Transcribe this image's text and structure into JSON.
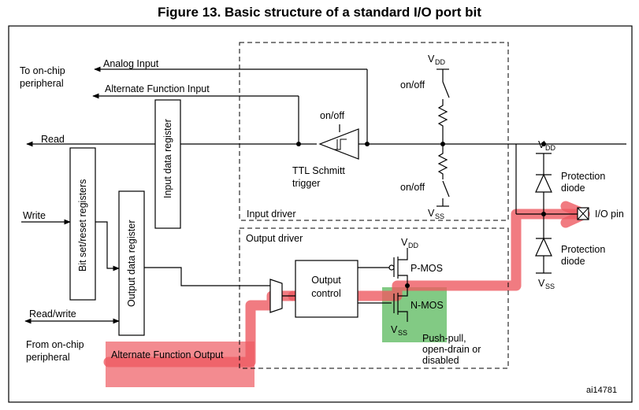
{
  "title": "Figure 13. Basic structure of a standard I/O port bit",
  "labels": {
    "to_onchip": [
      "To on-chip",
      "peripheral"
    ],
    "analog_input": "Analog Input",
    "alt_func_input": "Alternate Function Input",
    "read": "Read",
    "write": "Write",
    "read_write": "Read/write",
    "from_onchip": [
      "From on-chip",
      "peripheral"
    ],
    "alt_func_output": "Alternate Function Output",
    "bit_set_reset": "Bit set/reset registers",
    "input_data_reg": "Input data register",
    "output_data_reg": "Output data register",
    "onoff": "on/off",
    "ttl_schmitt": [
      "TTL Schmitt",
      "trigger"
    ],
    "vdd": "DD",
    "vss": "SS",
    "v": "V",
    "input_driver": "Input driver",
    "output_driver": "Output driver",
    "output_control": [
      "Output",
      "control"
    ],
    "pmos": "P-MOS",
    "nmos": "N-MOS",
    "push_pull": [
      "Push-pull,",
      "open-drain or",
      "disabled"
    ],
    "protection_diode": [
      "Protection",
      "diode"
    ],
    "io_pin": "I/O pin",
    "ref": "ai14781"
  },
  "colors": {
    "highlight_red": "#ee5a61",
    "highlight_green": "#6cc16f"
  }
}
